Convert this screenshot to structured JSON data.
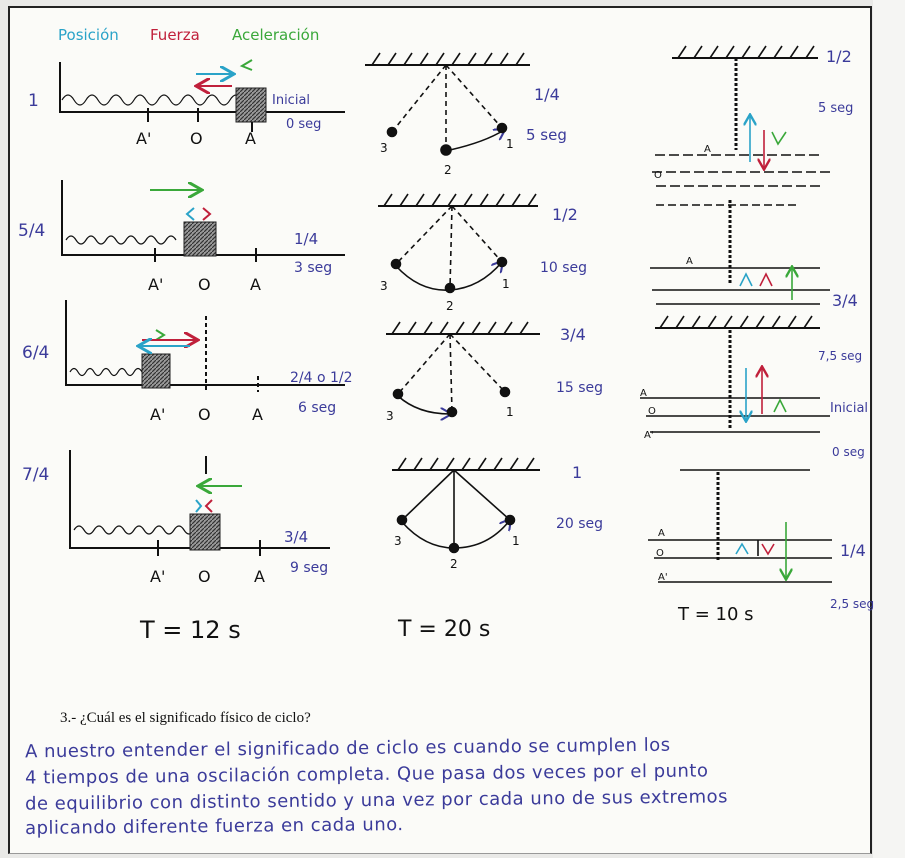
{
  "legend": {
    "posicion": "Posición",
    "fuerza": "Fuerza",
    "aceleracion": "Aceleración",
    "colors": {
      "posicion": "#2aa3c8",
      "fuerza": "#c0203b",
      "aceleracion": "#3aa83a",
      "ink": "#3b3b9a"
    }
  },
  "springs": {
    "rows": [
      {
        "label": "1",
        "time": "Inicial\n0 seg",
        "time_a": "Inicial",
        "time_b": "0 seg"
      },
      {
        "label": "5/4",
        "time_a": "1/4",
        "time_b": "3 seg"
      },
      {
        "label": "6/4",
        "time_a": "2/4 o 1/2",
        "time_b": "6 seg"
      },
      {
        "label": "7/4",
        "time_a": "3/4",
        "time_b": "9 seg"
      }
    ],
    "axis": {
      "left": "A'",
      "center": "O",
      "right": "A"
    },
    "period": "T = 12 s"
  },
  "pendulum": {
    "rows": [
      {
        "time_a": "1/4",
        "time_b": "5 seg"
      },
      {
        "time_a": "1/2",
        "time_b": "10 seg"
      },
      {
        "time_a": "3/4",
        "time_b": "15 seg"
      },
      {
        "time_a": "1",
        "time_b": "20 seg"
      }
    ],
    "points": {
      "p1": "1",
      "p2": "2",
      "p3": "3"
    },
    "period": "T = 20 s"
  },
  "vertical": {
    "rows": [
      {
        "time_a": "1/2",
        "time_b": "5 seg"
      },
      {
        "time_a": "3/4",
        "time_b": "7,5 seg"
      },
      {
        "time_a": "Inicial",
        "time_b": "0 seg"
      },
      {
        "time_a": "1/4",
        "time_b": "2,5 seg"
      }
    ],
    "labels": {
      "a": "A",
      "o": "O",
      "a2": "A'"
    },
    "period": "T = 10 s"
  },
  "question": "3.- ¿Cuál es el significado físico de ciclo?",
  "answer": [
    "A nuestro entender el significado de ciclo es cuando se cumplen los",
    "4 tiempos de una oscilación completa. Que pasa dos veces por el punto",
    "de equilibrio con distinto sentido y una vez por cada uno de sus extremos",
    "aplicando diferente fuerza en cada uno."
  ]
}
